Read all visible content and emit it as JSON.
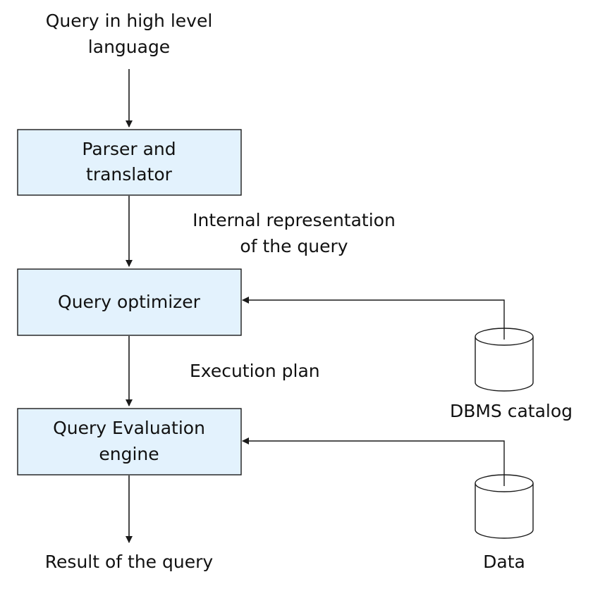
{
  "diagram": {
    "input_label_line1": "Query in high level",
    "input_label_line2": "language",
    "parser_line1": "Parser and",
    "parser_line2": "translator",
    "internal_line1": "Internal representation",
    "internal_line2": "of the query",
    "optimizer": "Query optimizer",
    "execution_plan": "Execution plan",
    "evaluation_line1": "Query Evaluation",
    "evaluation_line2": "engine",
    "result": "Result of the query",
    "catalog": "DBMS catalog",
    "data": "Data"
  },
  "colors": {
    "box_fill": "#e3f2fd",
    "stroke": "#1a1a1a"
  }
}
